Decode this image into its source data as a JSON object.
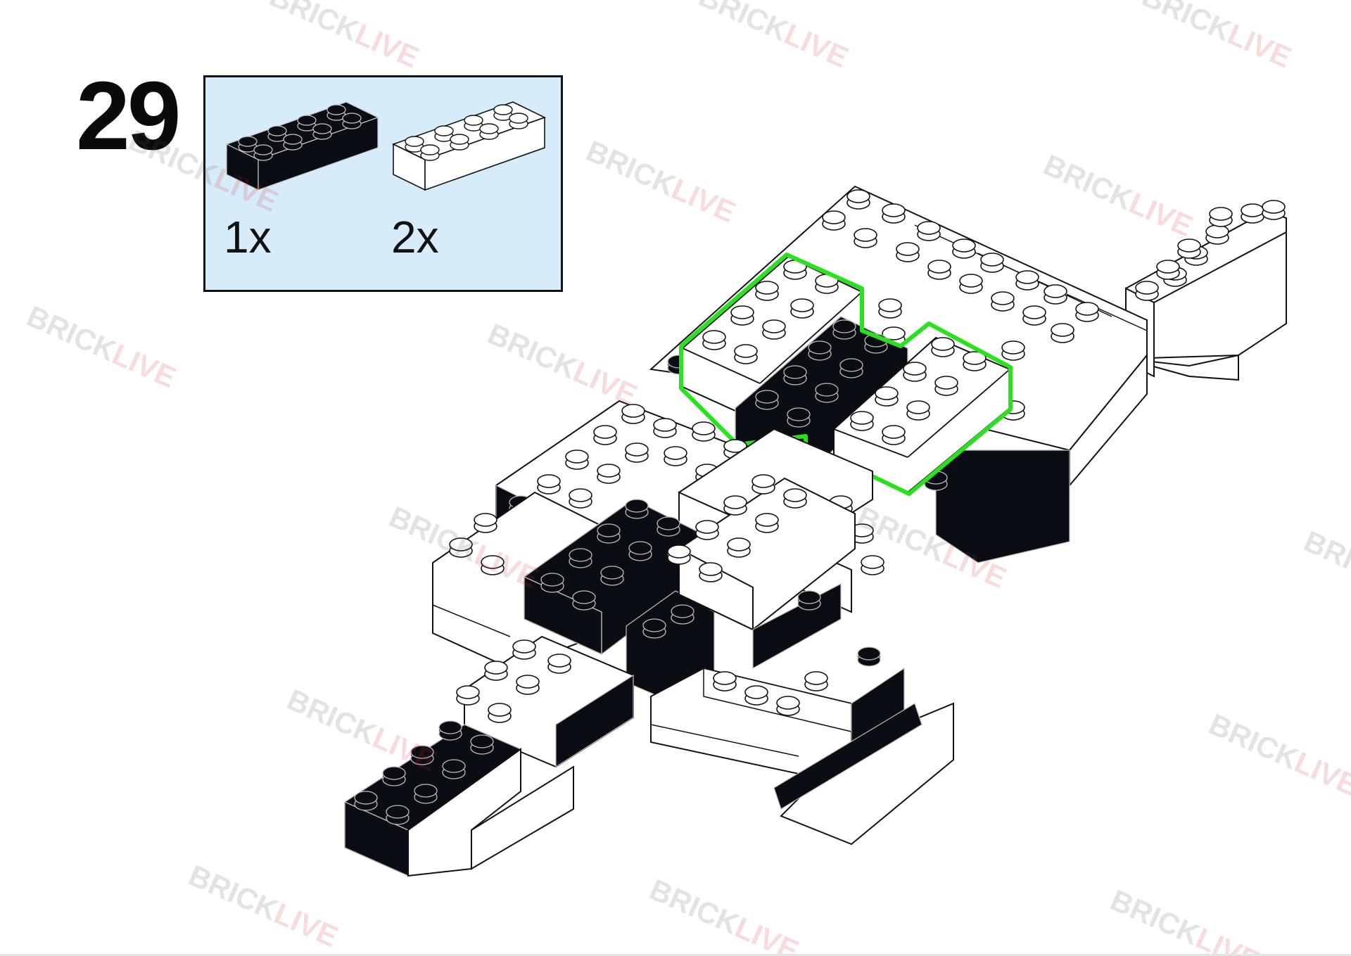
{
  "step": {
    "number": "29"
  },
  "parts": [
    {
      "quantity": "1x",
      "color_name": "black",
      "fill": "#0b0d14",
      "size": "2x4 brick"
    },
    {
      "quantity": "2x",
      "color_name": "white",
      "fill": "#ffffff",
      "size": "2x4 brick"
    }
  ],
  "highlight_color": "#2be01e",
  "watermark": {
    "part1": "BRICK",
    "part2": "LIVE",
    "color1": "#555555",
    "color2": "#d42a2a"
  }
}
